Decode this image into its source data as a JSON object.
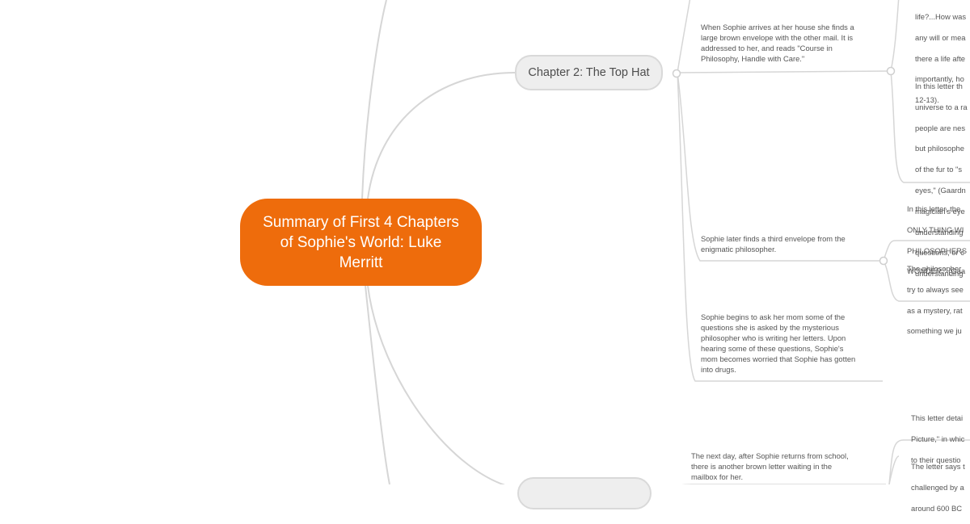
{
  "central_topic": {
    "text": "Summary of First 4 Chapters\nof Sophie's World: Luke\nMerritt",
    "color": "#ee6c0c"
  },
  "chapters": [
    {
      "label": "Chapter 2: The Top Hat"
    },
    {
      "label": ""
    }
  ],
  "notes": {
    "chapter2": [
      "When Sophie arrives at her house she finds a\nlarge brown envelope with the other mail. It is\naddressed to her, and reads \"Course in\nPhilosophy, Handle with Care.\"",
      "Sophie later finds a third envelope from the\nenigmatic philosopher.",
      "Sophie begins to ask her mom some of the\nquestions she is asked by the mysterious\nphilosopher who is writing her letters. Upon\nhearing some of these questions, Sophie's\nmom becomes worried that Sophie has gotten\ninto drugs."
    ],
    "letter_1": [
      "life?...How was",
      "any will or mea",
      "there a life afte",
      "importantly, ho",
      "12-13)."
    ],
    "letter_2": [
      "In this letter th",
      "universe to a ra",
      "people are nes",
      "but philosophe",
      "of the fur to \"s",
      "eyes,\" (Gaardn",
      "magician's eye",
      "understanding",
      "questions, or c",
      "understanding"
    ],
    "third_letter_a": [
      "In this letter, the",
      "ONLY THING WI",
      "PHILOSOPHERS",
      "WONDER.\" (Gaa"
    ],
    "third_letter_b": [
      "The philosopher",
      "try to always see",
      "as a mystery, rat",
      "something we ju"
    ],
    "chapter3": [
      "The next day, after Sophie returns from school,\nthere is another brown letter waiting in the\nmailbox for her."
    ],
    "chapter3_letter_a": [
      "This letter detai",
      "Picture,\" in whic",
      "to their questio"
    ],
    "chapter3_letter_b": [
      "The letter says t",
      "challenged by a",
      "around 600 BC"
    ]
  }
}
